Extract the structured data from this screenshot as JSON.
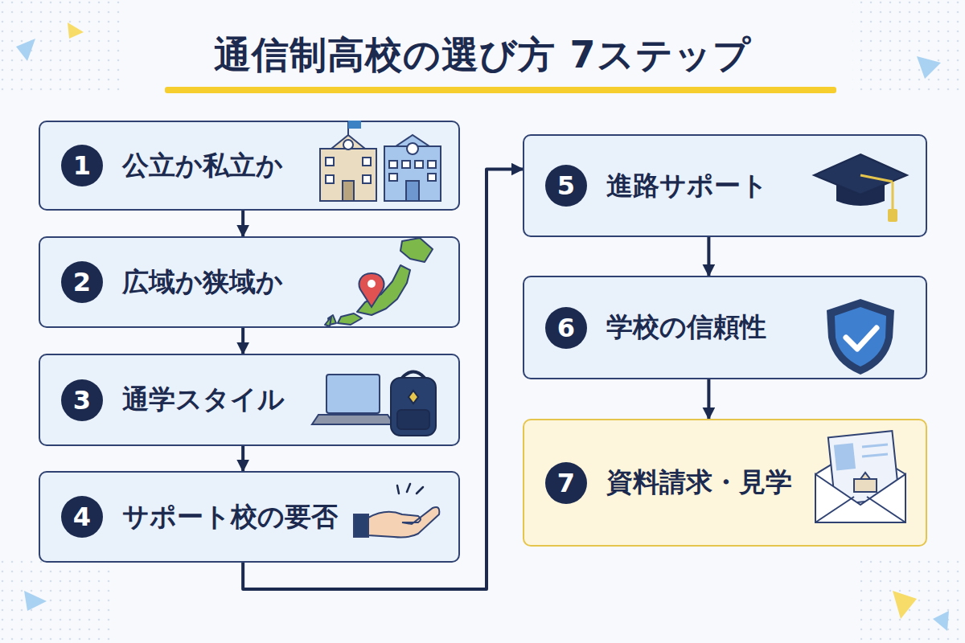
{
  "diagram": {
    "title": "通信制高校の選び方 7ステップ",
    "nodes": [
      {
        "text": [
          "1",
          "公立か私立か"
        ]
      },
      {
        "text": [
          "2",
          "広域か狭域か"
        ]
      },
      {
        "text": [
          "3",
          "通学スタイル"
        ]
      },
      {
        "text": [
          "4",
          "サポート校の要否"
        ]
      },
      {
        "text": [
          "5",
          "進路サポート"
        ]
      },
      {
        "text": [
          "6",
          "学校の信頼性"
        ]
      },
      {
        "text": [
          "7",
          "資料請求・見学"
        ]
      }
    ],
    "edges": [
      {
        "from": 0,
        "to": 1,
        "arrow": "to"
      },
      {
        "from": 1,
        "to": 2,
        "arrow": "to"
      },
      {
        "from": 2,
        "to": 3,
        "arrow": "to"
      },
      {
        "from": 3,
        "to": 4,
        "arrow": "to"
      },
      {
        "from": 4,
        "to": 5,
        "arrow": "to"
      },
      {
        "from": 5,
        "to": 6,
        "arrow": "to"
      }
    ]
  }
}
